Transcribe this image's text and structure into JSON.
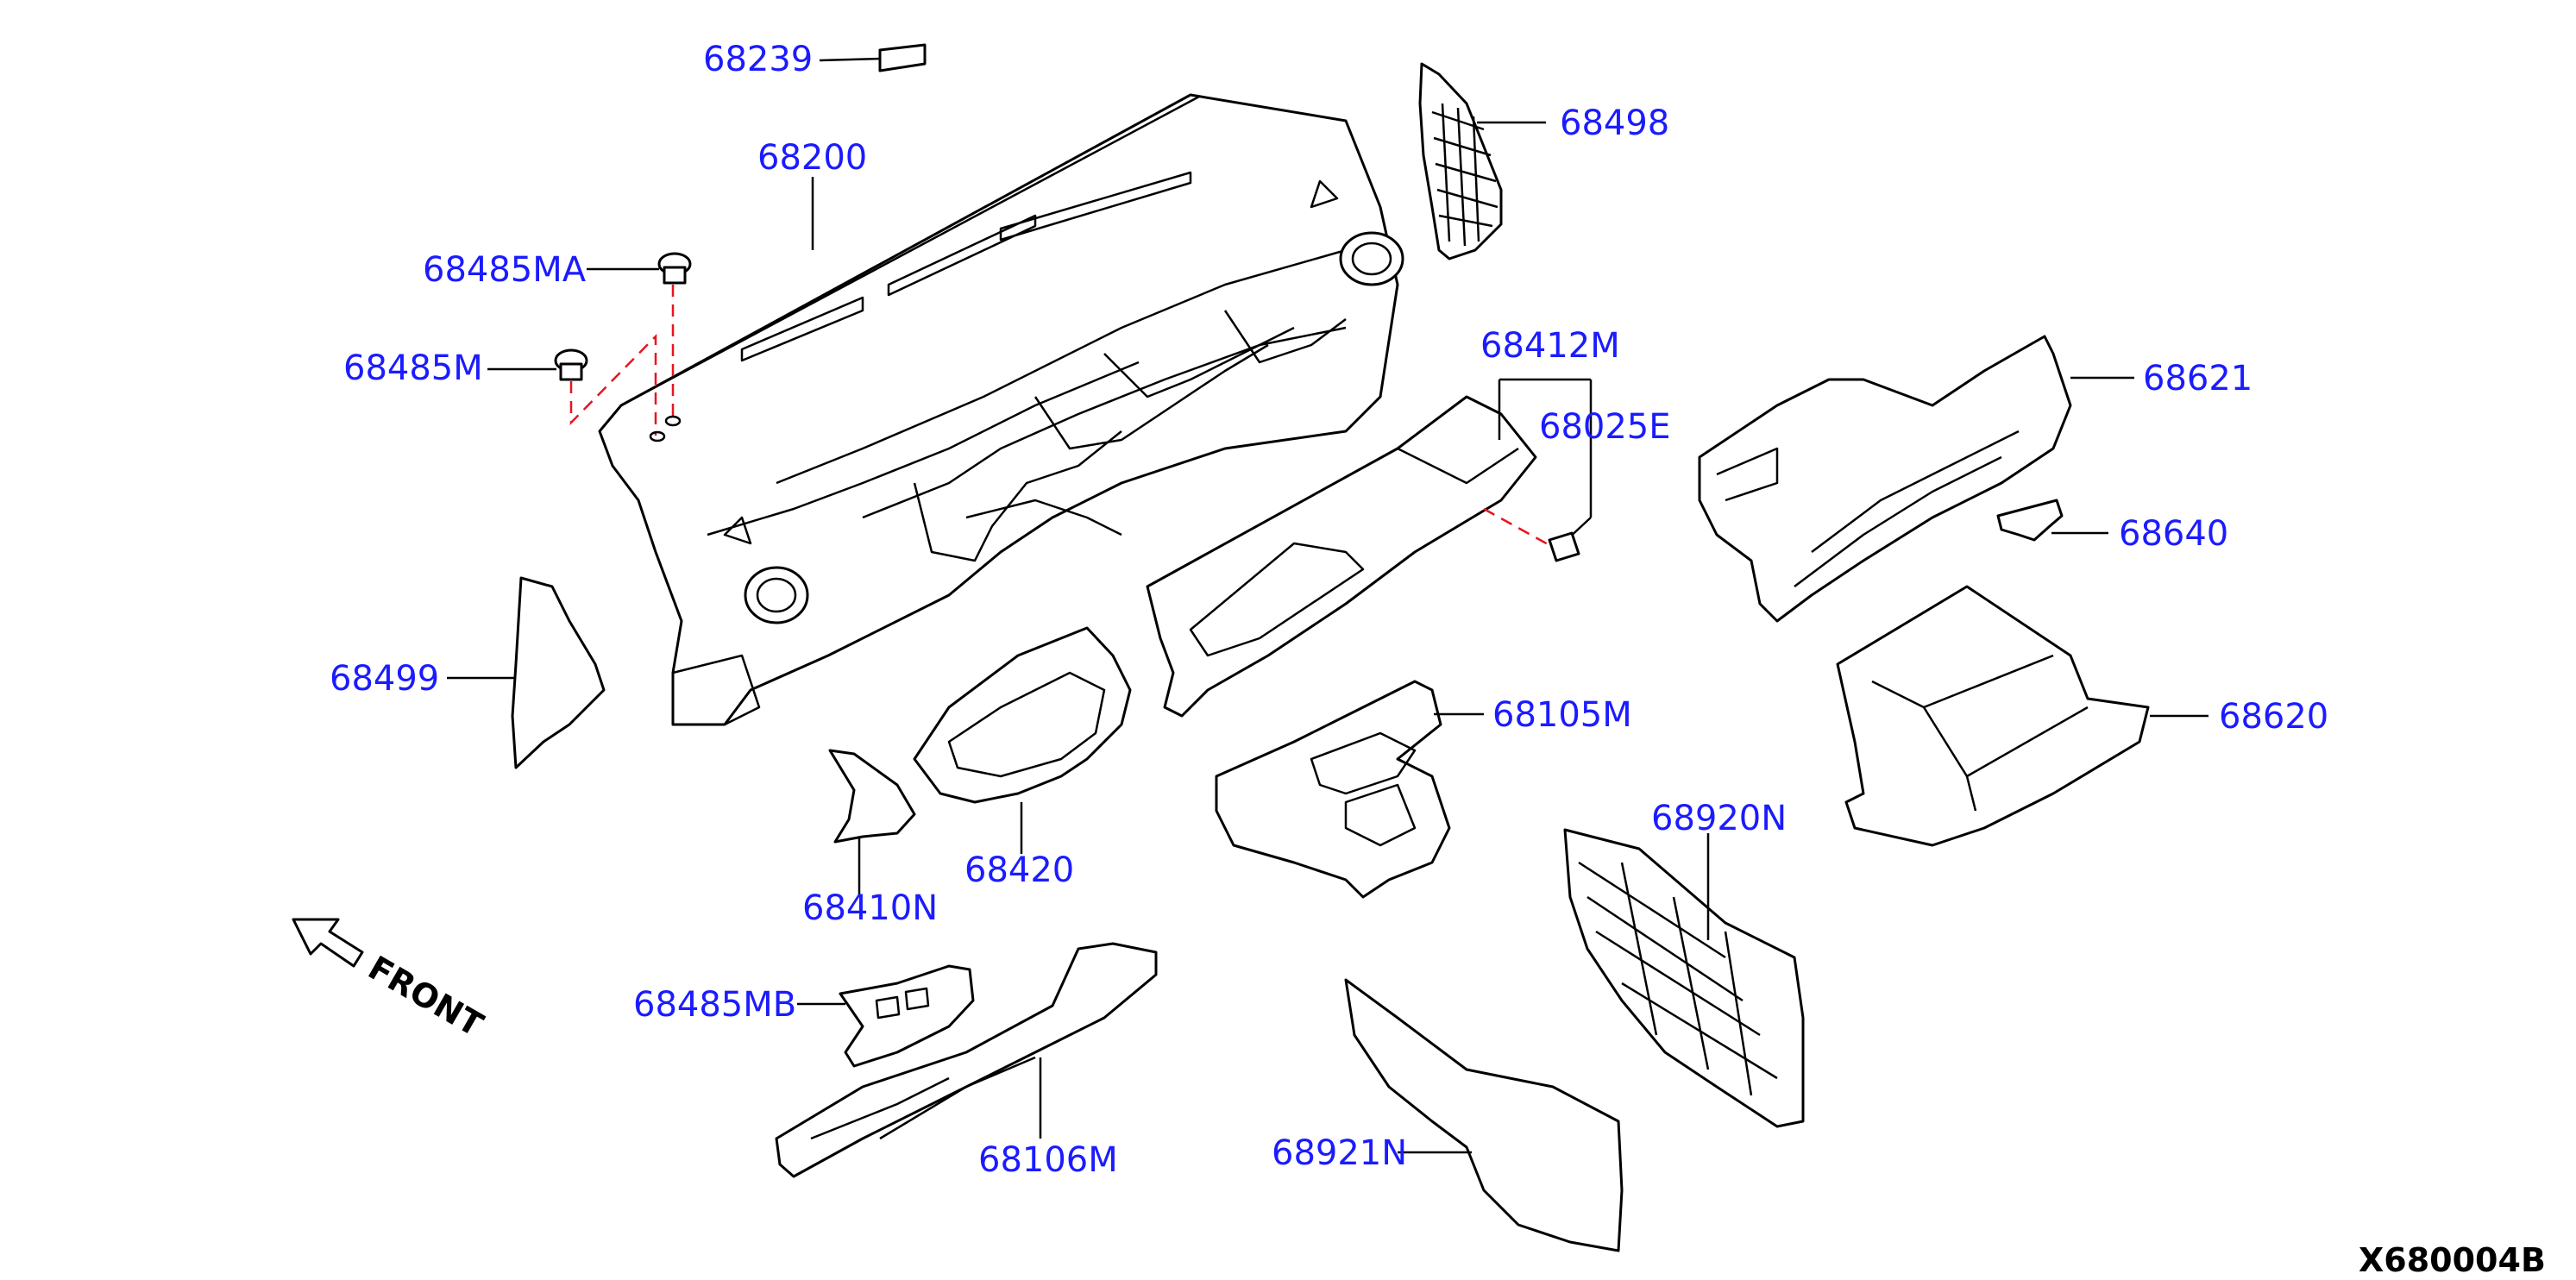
{
  "diagram": {
    "accent_label_color": "#1b1bff",
    "dashed_line_color": "#e8141e",
    "parts": [
      {
        "id": "68239",
        "label": "68239"
      },
      {
        "id": "68200",
        "label": "68200"
      },
      {
        "id": "68485MA",
        "label": "68485MA"
      },
      {
        "id": "68485M",
        "label": "68485M"
      },
      {
        "id": "68498",
        "label": "68498"
      },
      {
        "id": "68412M",
        "label": "68412M"
      },
      {
        "id": "68025E",
        "label": "68025E"
      },
      {
        "id": "68621",
        "label": "68621"
      },
      {
        "id": "68640",
        "label": "68640"
      },
      {
        "id": "68620",
        "label": "68620"
      },
      {
        "id": "68499",
        "label": "68499"
      },
      {
        "id": "68105M",
        "label": "68105M"
      },
      {
        "id": "68420",
        "label": "68420"
      },
      {
        "id": "68410N",
        "label": "68410N"
      },
      {
        "id": "68920N",
        "label": "68920N"
      },
      {
        "id": "68485MB",
        "label": "68485MB"
      },
      {
        "id": "68106M",
        "label": "68106M"
      },
      {
        "id": "68921N",
        "label": "68921N"
      }
    ],
    "front_label": "FRONT",
    "diagram_code": "X680004B"
  }
}
